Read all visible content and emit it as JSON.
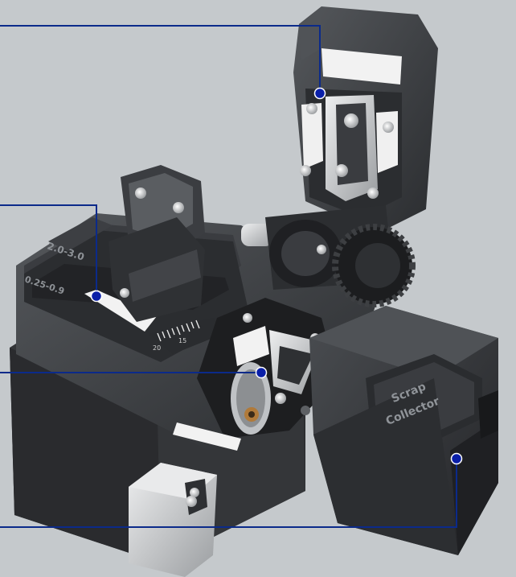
{
  "labels": {
    "fiber_size_large": "2.0-3.0",
    "fiber_size_small": "0.25-0.9",
    "scrap_line1": "Scrap",
    "scrap_line2": "Collector",
    "scale_20": "20",
    "scale_15": "15"
  },
  "colors": {
    "background": "#c5c9cc",
    "body": "#2e3033",
    "body_dark": "#1e1f21",
    "body_light": "#4a4c50",
    "callout_line": "#0b2a8a",
    "callout_dot": "#0a1fa8",
    "metal": "#d6d8da",
    "white_pad": "#f2f2f2"
  },
  "icons": {
    "screw": "screw-icon",
    "gear": "gear-wheel-icon",
    "blade": "cutting-blade-icon"
  }
}
